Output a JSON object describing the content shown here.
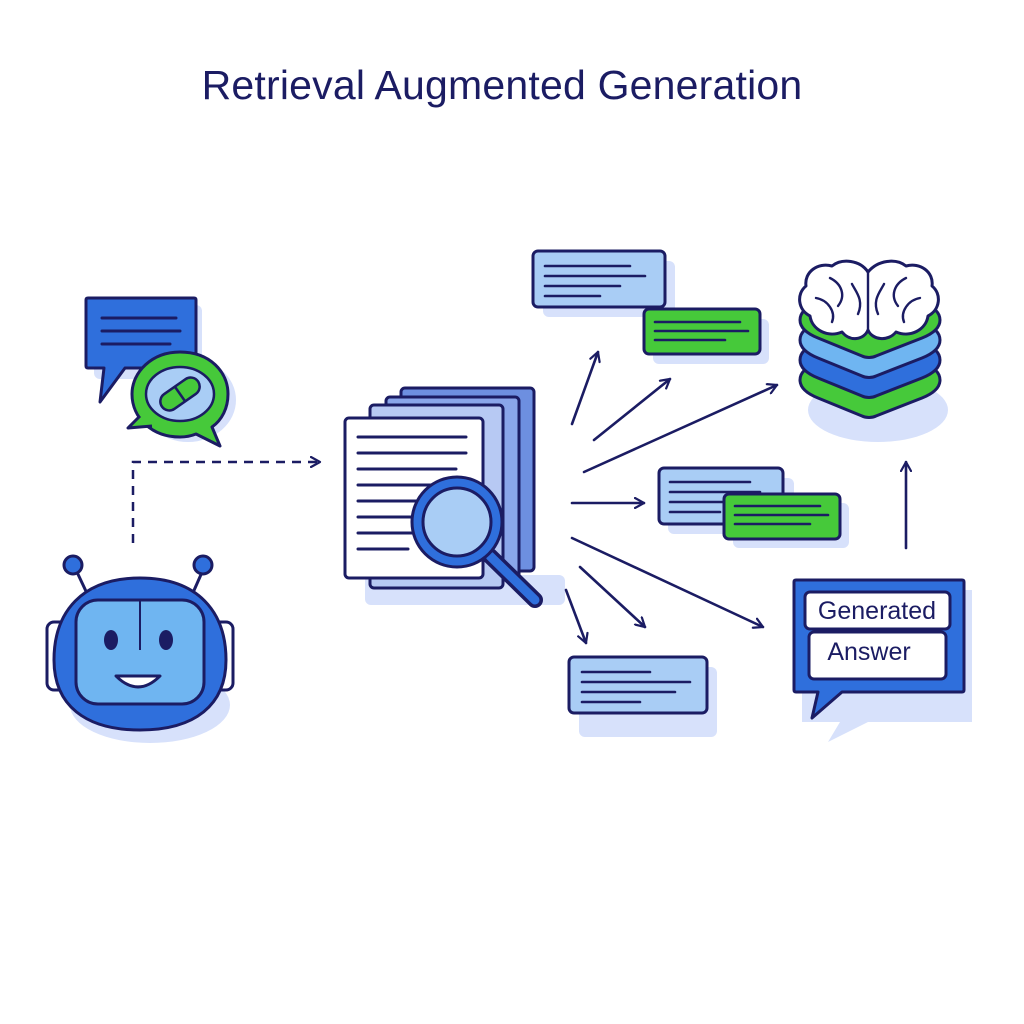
{
  "title": "Retrieval Augmented Generation",
  "answer": {
    "line1": "Generated",
    "line2": "Answer"
  },
  "icons": {
    "user_query": "chat-bubbles-icon",
    "assistant": "robot-icon",
    "retriever": "documents-magnifier-icon",
    "knowledge": "brain-layers-icon",
    "output": "answer-bubble-icon"
  },
  "colors": {
    "ink": "#1b1c63",
    "blue": "#2f6fdc",
    "light_blue": "#a9cdf5",
    "green": "#46c93a",
    "shadow": "#d7e1fb"
  }
}
